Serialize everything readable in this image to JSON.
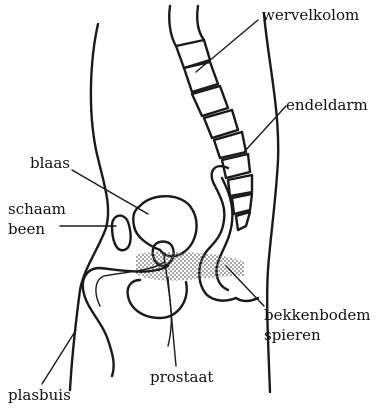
{
  "diagram": {
    "labels": {
      "wervelkolom": "wervelkolom",
      "endeldarm": "endeldarm",
      "blaas": "blaas",
      "schaambeen_line1": "schaam",
      "schaambeen_line2": "been",
      "bekkenbodem_line1": "bekkenbodem",
      "bekkenbodem_line2": "spieren",
      "prostaat": "prostaat",
      "plasbuis": "plasbuis"
    },
    "colors": {
      "ink": "#1a1a1a",
      "background": "#ffffff",
      "muscle_dots": "#6b6b6b"
    }
  }
}
